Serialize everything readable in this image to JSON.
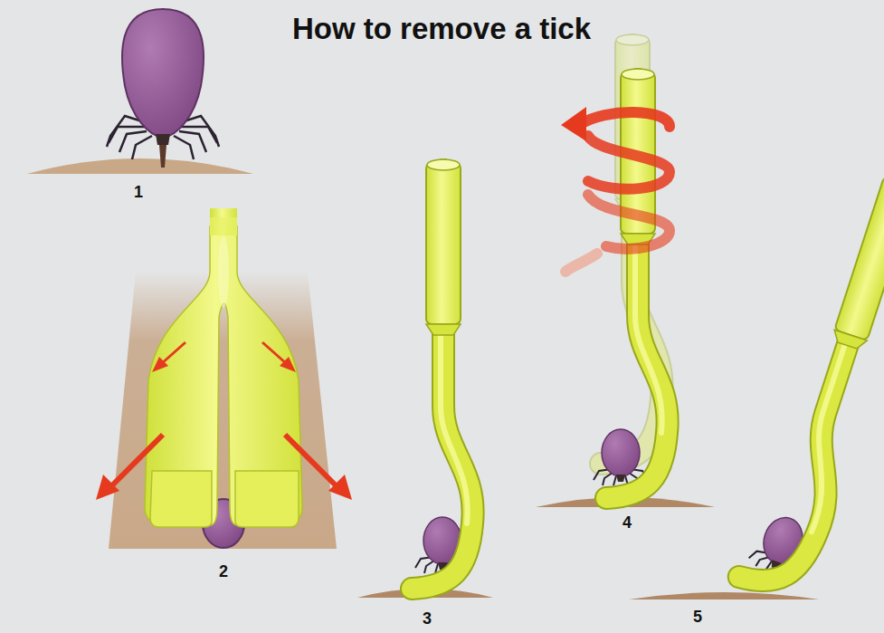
{
  "diagram": {
    "title": "How to remove a tick",
    "labels": [
      "1",
      "2",
      "3",
      "4",
      "5"
    ]
  }
}
